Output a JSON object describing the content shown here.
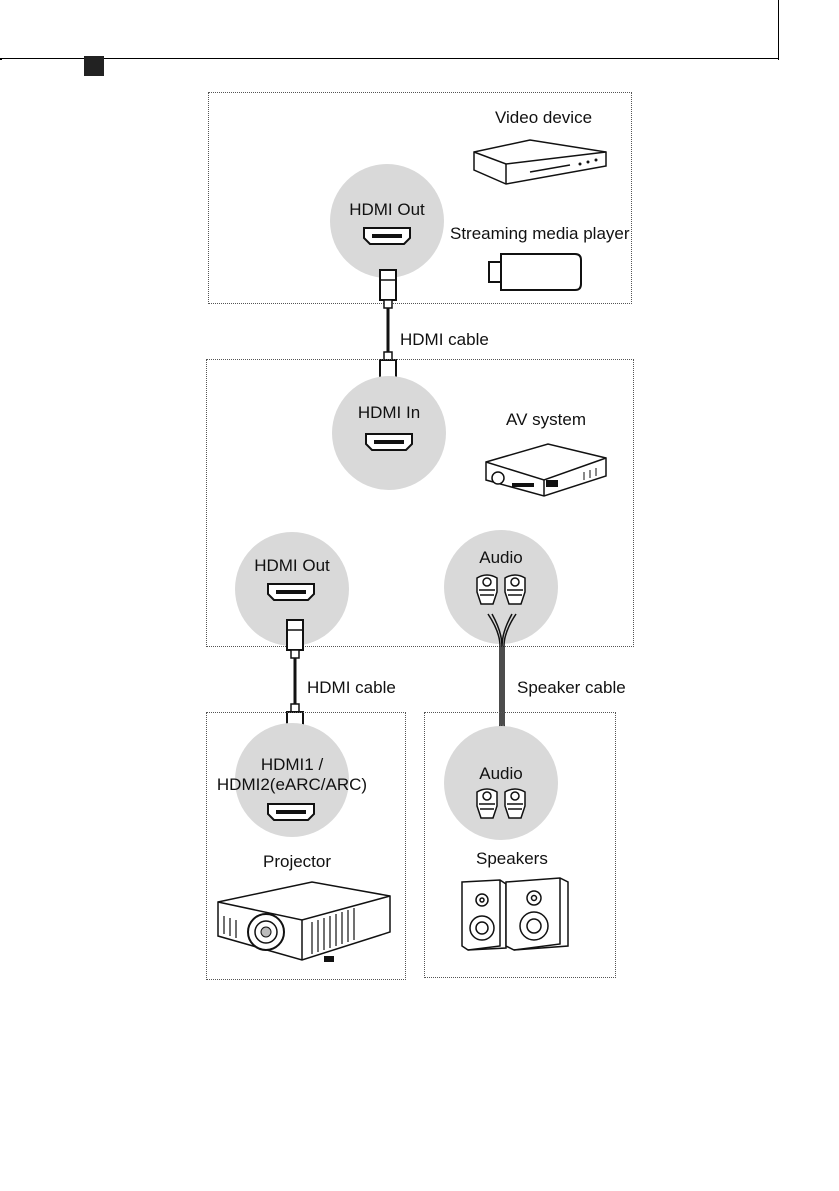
{
  "source_box": {
    "port_label": "HDMI Out",
    "device_1": "Video device",
    "device_2": "Streaming media player"
  },
  "cable_1": "HDMI cable",
  "av_box": {
    "in_label": "HDMI In",
    "device": "AV system",
    "out_label": "HDMI Out",
    "audio_label": "Audio"
  },
  "cable_2": "HDMI cable",
  "speaker_cable": "Speaker cable",
  "projector_box": {
    "port_label_line1": "HDMI1 /",
    "port_label_line2": "HDMI2(eARC/ARC)",
    "device": "Projector"
  },
  "speaker_box": {
    "audio_label": "Audio",
    "device": "Speakers"
  }
}
